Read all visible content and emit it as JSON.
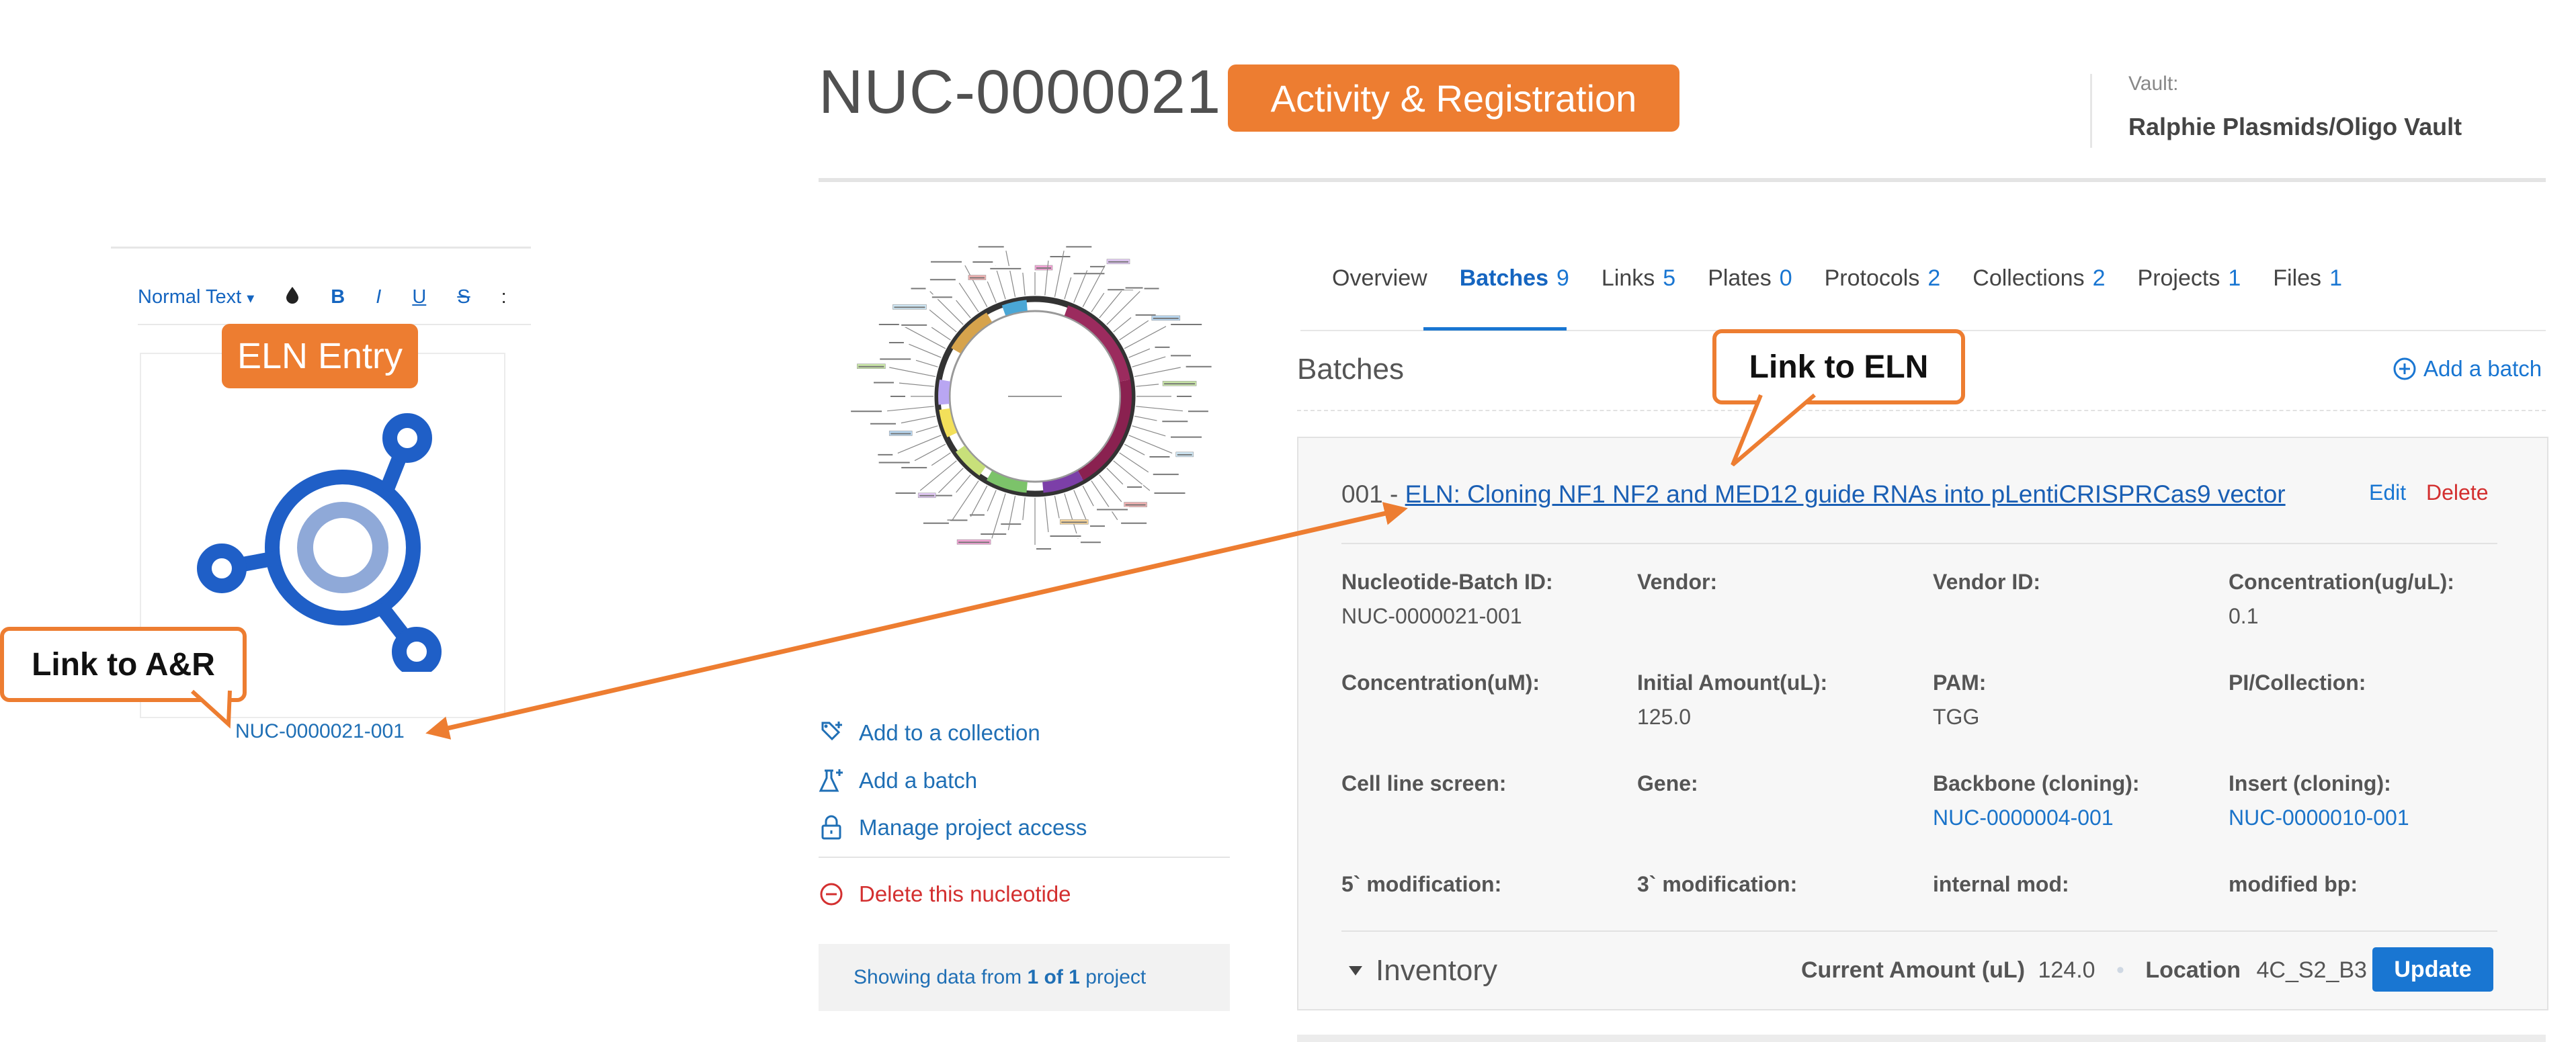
{
  "header": {
    "title": "NUC-0000021",
    "vault_label": "Vault:",
    "vault_value": "Ralphie Plasmids/Oligo Vault"
  },
  "annotations": {
    "activity_tag": "Activity & Registration",
    "eln_tag": "ELN Entry",
    "link_to_eln": "Link to ELN",
    "link_to_ar": "Link to A&R",
    "accent": "#ed7d31"
  },
  "eln": {
    "toolbar": {
      "style": "Normal Text",
      "bold": "B",
      "italic": "I",
      "underline": "U",
      "strike": "S",
      "more": ":"
    },
    "link_text": "NUC-0000021-001",
    "logo_color": "#1f5fc7"
  },
  "tabs": [
    {
      "label": "Overview",
      "count": ""
    },
    {
      "label": "Batches",
      "count": "9"
    },
    {
      "label": "Links",
      "count": "5"
    },
    {
      "label": "Plates",
      "count": "0"
    },
    {
      "label": "Protocols",
      "count": "2"
    },
    {
      "label": "Collections",
      "count": "2"
    },
    {
      "label": "Projects",
      "count": "1"
    },
    {
      "label": "Files",
      "count": "1"
    }
  ],
  "batches": {
    "heading": "Batches",
    "add_label": "Add a batch",
    "batch": {
      "number": "001 - ",
      "link": "ELN: Cloning NF1 NF2 and MED12 guide RNAs into pLentiCRISPRCas9 vector",
      "edit": "Edit",
      "delete": "Delete",
      "fields": [
        {
          "label": "Nucleotide-Batch ID:",
          "value": "NUC-0000021-001",
          "link": false
        },
        {
          "label": "Vendor:",
          "value": "",
          "link": false
        },
        {
          "label": "Vendor ID:",
          "value": "",
          "link": false
        },
        {
          "label": "Concentration(ug/uL):",
          "value": "0.1",
          "link": false
        },
        {
          "label": "Concentration(uM):",
          "value": "",
          "link": false
        },
        {
          "label": "Initial Amount(uL):",
          "value": "125.0",
          "link": false
        },
        {
          "label": "PAM:",
          "value": "TGG",
          "link": false
        },
        {
          "label": "PI/Collection:",
          "value": "",
          "link": false
        },
        {
          "label": "Cell line screen:",
          "value": "",
          "link": false
        },
        {
          "label": "Gene:",
          "value": "",
          "link": false
        },
        {
          "label": "Backbone (cloning):",
          "value": "NUC-0000004-001",
          "link": true
        },
        {
          "label": "Insert (cloning):",
          "value": "NUC-0000010-001",
          "link": true
        },
        {
          "label": "5` modification:",
          "value": "",
          "link": false
        },
        {
          "label": "3` modification:",
          "value": "",
          "link": false
        },
        {
          "label": "internal mod:",
          "value": "",
          "link": false
        },
        {
          "label": "modified bp:",
          "value": "",
          "link": false
        }
      ]
    },
    "inventory": {
      "title": "Inventory",
      "current_label": "Current Amount (uL)",
      "current_value": "124.0",
      "location_label": "Location",
      "location_value": "4C_S2_B3",
      "update": "Update"
    }
  },
  "actions": [
    {
      "label": "Add to a collection",
      "icon": "collection-add-icon"
    },
    {
      "label": "Add a batch",
      "icon": "flask-add-icon"
    },
    {
      "label": "Manage project access",
      "icon": "lock-icon"
    }
  ],
  "delete_action": "Delete this nucleotide",
  "showing": {
    "prefix": "Showing data from ",
    "count": "1 of 1",
    "suffix": " project"
  }
}
